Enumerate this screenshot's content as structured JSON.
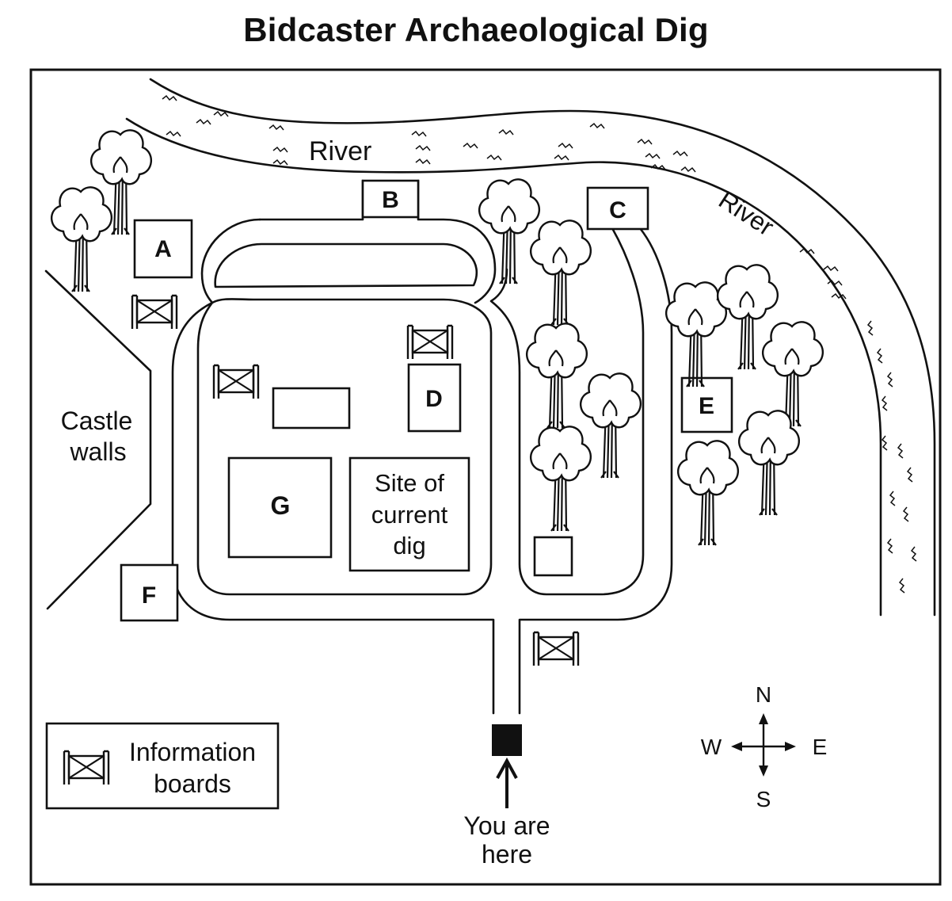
{
  "title": "Bidcaster Archaeological Dig",
  "labels": {
    "river_north": "River",
    "river_east": "River",
    "castle_walls_line1": "Castle",
    "castle_walls_line2": "walls",
    "site_line1": "Site of",
    "site_line2": "current",
    "site_line3": "dig",
    "you_are_here_line1": "You are",
    "you_are_here_line2": "here"
  },
  "locations": [
    "A",
    "B",
    "C",
    "D",
    "E",
    "F",
    "G"
  ],
  "legend": {
    "line1": "Information",
    "line2": "boards",
    "icon": "information-board-icon"
  },
  "compass": {
    "n": "N",
    "s": "S",
    "e": "E",
    "w": "W"
  },
  "colors": {
    "ink": "#111111",
    "background": "#ffffff"
  }
}
